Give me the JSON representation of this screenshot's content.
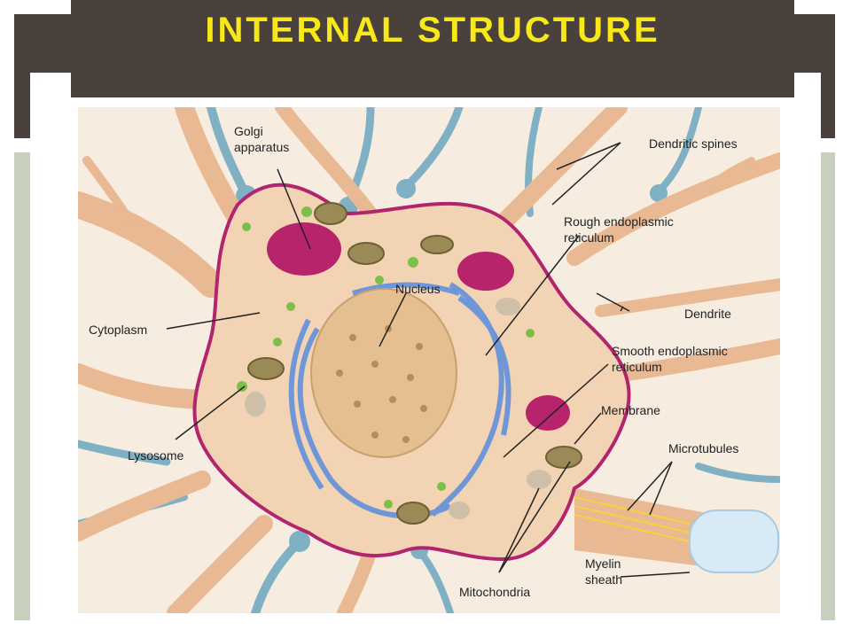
{
  "slide": {
    "title": "INTERNAL STRUCTURE"
  },
  "diagram": {
    "labels": {
      "golgi_line1": "Golgi",
      "golgi_line2": "apparatus",
      "dendritic_spines": "Dendritic spines",
      "rough_er_line1": "Rough endoplasmic",
      "rough_er_line2": "reticulum",
      "nucleus": "Nucleus",
      "dendrite": "Dendrite",
      "cytoplasm": "Cytoplasm",
      "smooth_er_line1": "Smooth endoplasmic",
      "smooth_er_line2": "reticulum",
      "membrane": "Membrane",
      "lysosome": "Lysosome",
      "microtubules": "Microtubules",
      "myelin_line1": "Myelin",
      "myelin_line2": "sheath",
      "mitochondria": "Mitochondria"
    }
  }
}
